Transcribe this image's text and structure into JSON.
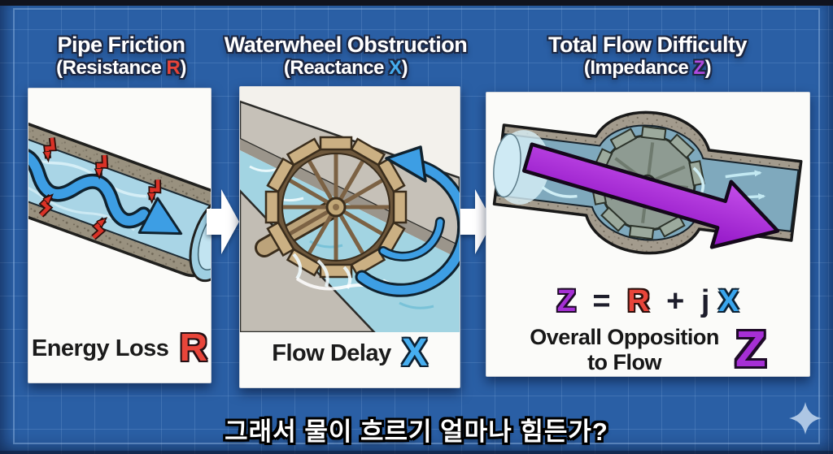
{
  "titles": {
    "col1": {
      "line1": "Pipe Friction",
      "sub_open": "(Resistance ",
      "sub_symbol": "R",
      "sub_close": ")"
    },
    "col2": {
      "line1": "Waterwheel Obstruction",
      "sub_open": "(Reactance ",
      "sub_symbol": "X",
      "sub_close": ")"
    },
    "col3": {
      "line1": "Total Flow Difficulty",
      "sub_open": "(Impedance ",
      "sub_symbol": "Z",
      "sub_close": ")"
    }
  },
  "captions": {
    "panel1": {
      "text": "Energy Loss",
      "symbol": "R"
    },
    "panel2": {
      "text": "Flow Delay",
      "symbol": "X"
    },
    "panel3": {
      "formula": {
        "z": "Z",
        "eq": "=",
        "r": "R",
        "plus": "+",
        "j": "j",
        "x": "X"
      },
      "line1": "Overall Opposition",
      "line2": "to Flow",
      "symbol": "Z"
    }
  },
  "footer": {
    "subtitle": "그래서 물이 흐르기 얼마나 힘든가?"
  },
  "colors": {
    "background_blue": "#2a5fa5",
    "grid_line": "#4a7cbd",
    "resistance_red": "#e8453a",
    "reactance_blue": "#3aa6ee",
    "impedance_purple": "#a62fd5",
    "water_light": "#a9d5e6",
    "water_dark": "#7fa9bd",
    "pipe_gray": "#99917f",
    "wheel_tan": "#cbb083"
  },
  "icons": {
    "step_arrow_1": "right-arrow",
    "step_arrow_2": "right-arrow",
    "sparkle": "four-pointed-star",
    "panel1_illustration": "pipe-with-friction-arrows",
    "panel2_illustration": "waterwheel-in-channel",
    "panel3_illustration": "bulged-pipe-with-turbine-and-arrow"
  }
}
